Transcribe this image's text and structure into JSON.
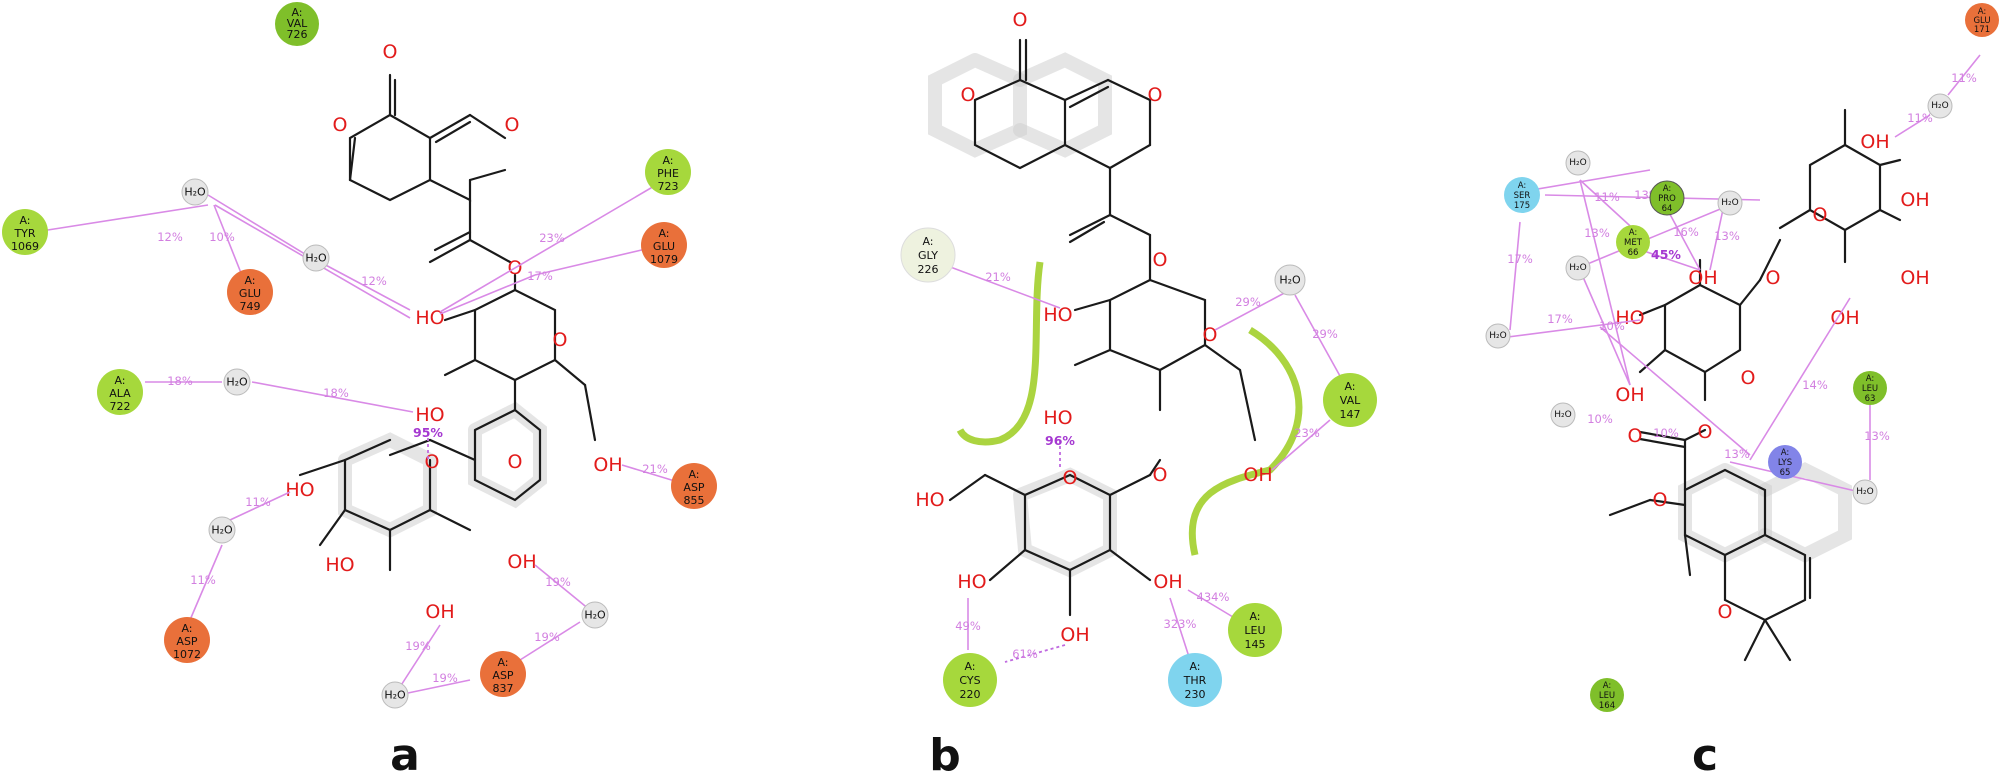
{
  "panels": {
    "a": {
      "label": "a",
      "residues": [
        {
          "chain": "A:",
          "name": "VAL",
          "num": "726"
        },
        {
          "chain": "A:",
          "name": "TYR",
          "num": "1069"
        },
        {
          "chain": "A:",
          "name": "GLU",
          "num": "749"
        },
        {
          "chain": "A:",
          "name": "PHE",
          "num": "723"
        },
        {
          "chain": "A:",
          "name": "GLU",
          "num": "1079"
        },
        {
          "chain": "A:",
          "name": "ALA",
          "num": "722"
        },
        {
          "chain": "A:",
          "name": "ASP",
          "num": "855"
        },
        {
          "chain": "A:",
          "name": "ASP",
          "num": "1072"
        },
        {
          "chain": "A:",
          "name": "ASP",
          "num": "837"
        }
      ],
      "percentages": [
        "12%",
        "10%",
        "12%",
        "23%",
        "17%",
        "18%",
        "18%",
        "95%",
        "21%",
        "11%",
        "11%",
        "19%",
        "19%",
        "19%",
        "19%"
      ]
    },
    "b": {
      "label": "b",
      "residues": [
        {
          "chain": "A:",
          "name": "GLY",
          "num": "226"
        },
        {
          "chain": "A:",
          "name": "VAL",
          "num": "147"
        },
        {
          "chain": "A:",
          "name": "LEU",
          "num": "145"
        },
        {
          "chain": "A:",
          "name": "THR",
          "num": "230"
        },
        {
          "chain": "A:",
          "name": "CYS",
          "num": "220"
        }
      ],
      "percentages": [
        "21%",
        "29%",
        "29%",
        "23%",
        "96%",
        "434%",
        "323%",
        "49%",
        "61%"
      ]
    },
    "c": {
      "label": "c",
      "residues": [
        {
          "chain": "A:",
          "name": "GLU",
          "num": "171"
        },
        {
          "chain": "A:",
          "name": "SER",
          "num": "175"
        },
        {
          "chain": "A:",
          "name": "PRO",
          "num": "64"
        },
        {
          "chain": "A:",
          "name": "MET",
          "num": "66"
        },
        {
          "chain": "A:",
          "name": "LEU",
          "num": "63"
        },
        {
          "chain": "A:",
          "name": "LYS",
          "num": "65"
        },
        {
          "chain": "A:",
          "name": "LEU",
          "num": "164"
        }
      ],
      "percentages": [
        "11%",
        "11%",
        "13%",
        "11%",
        "13%",
        "16%",
        "13%",
        "45%",
        "17%",
        "17%",
        "10%",
        "14%",
        "13%",
        "10%",
        "10%",
        "13%"
      ]
    }
  },
  "atoms": {
    "O": "O",
    "OH": "OH",
    "HO": "HO",
    "water": "H₂O"
  },
  "colors": {
    "hbond": "#d98ae6",
    "oxygen": "#e21b1b",
    "hydrophobic_green": "#a6d83c",
    "charged_orange": "#e9703a",
    "polar_cyan": "#7fd4ee",
    "positive_blue": "#8284e8",
    "water_gray": "#e6e6e6"
  }
}
